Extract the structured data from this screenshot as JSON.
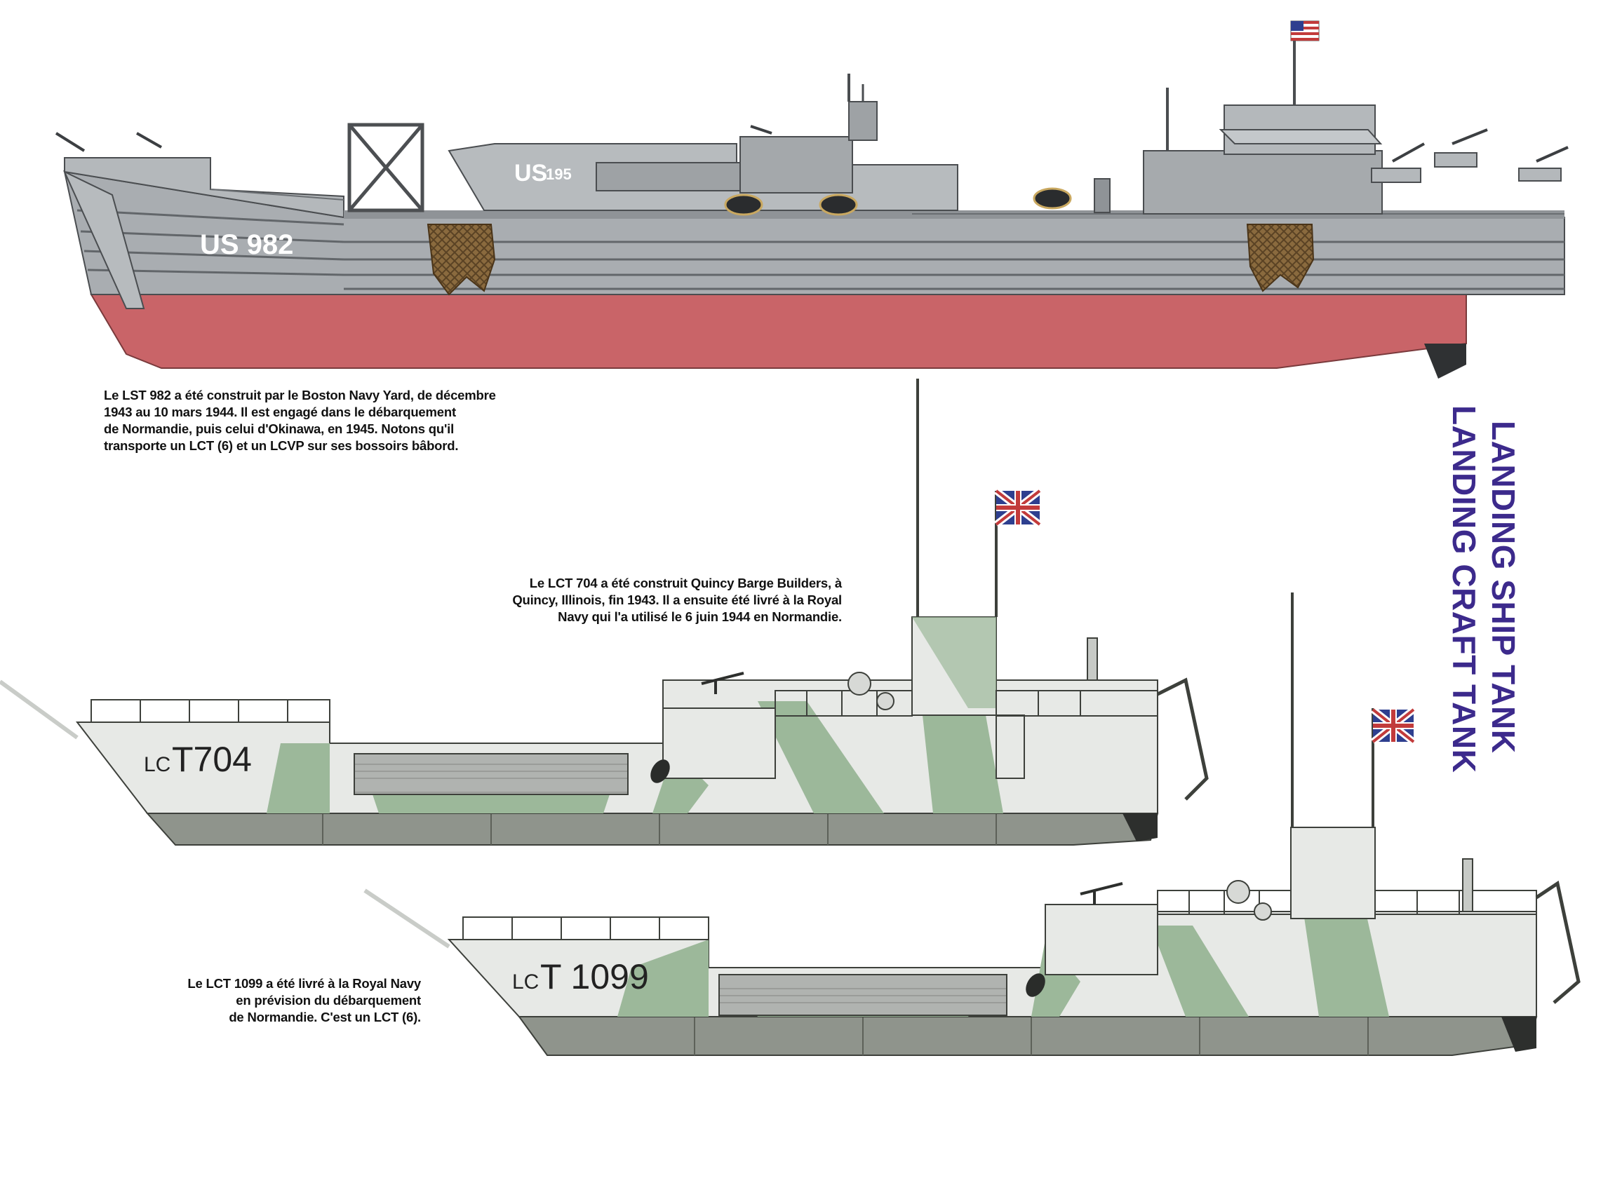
{
  "titles": {
    "lst": "LANDING SHIP TANK",
    "lct": "LANDING CRAFT TANK"
  },
  "ships": {
    "lst": {
      "hull_number": "US 982",
      "boat_number": "US",
      "boat_number_sub": "195",
      "caption": [
        "Le LST 982 a été construit par le Boston Navy Yard, de décembre",
        "1943 au 10 mars 1944. Il est engagé dans le débarquement",
        "de Normandie, puis celui d'Okinawa, en 1945. Notons qu'il",
        "transporte un LCT (6) et un LCVP sur ses bossoirs bâbord."
      ]
    },
    "lct704": {
      "hull_prefix": "LC",
      "hull_number": "T704",
      "caption": [
        "Le LCT 704 a été construit Quincy Barge Builders, à",
        "Quincy, Illinois, fin 1943. Il a ensuite été livré à la Royal",
        "Navy qui l'a utilisé le 6 juin 1944 en Normandie."
      ]
    },
    "lct1099": {
      "hull_prefix": "LC",
      "hull_number": "T 1099",
      "caption": [
        "Le LCT 1099 a été livré à la Royal Navy",
        "en prévision du débarquement",
        "de Normandie. C'est un LCT (6)."
      ]
    }
  },
  "colors": {
    "lst_hull": "#a9adb1",
    "lst_bottom": "#c96468",
    "camo_white": "#e7e9e6",
    "camo_green": "#9cb89a",
    "lct_bottom": "#8f948c",
    "title": "#3c2a8c"
  }
}
